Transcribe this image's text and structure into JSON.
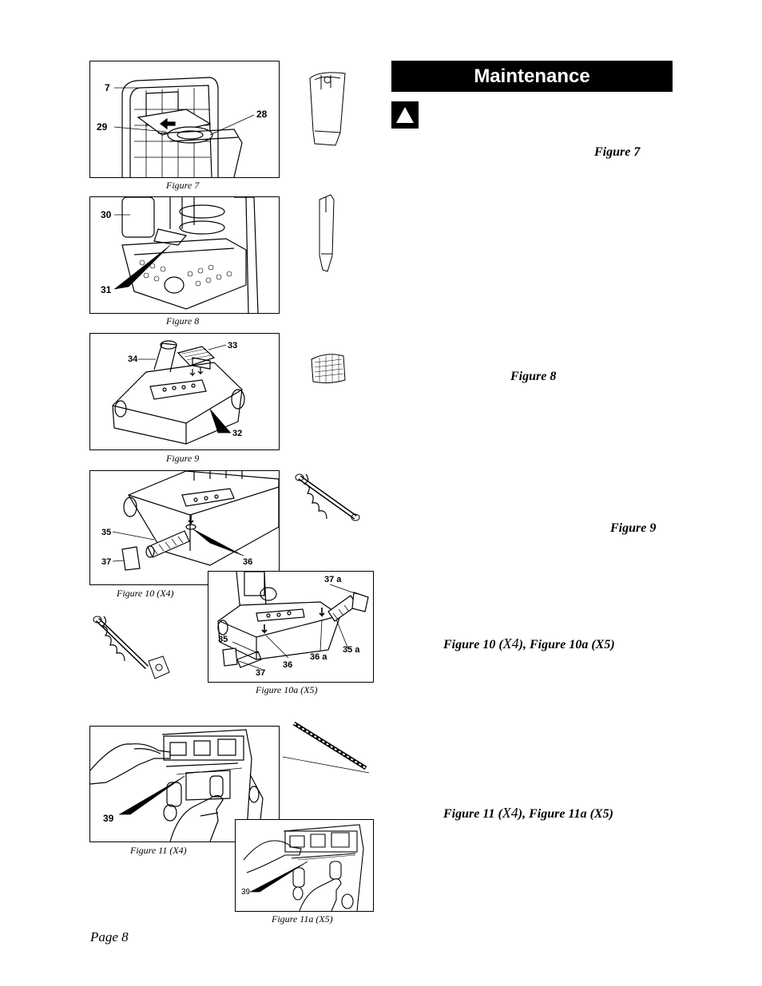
{
  "header": {
    "title": "Maintenance"
  },
  "icons": {
    "warning": "warning-triangle-icon"
  },
  "figures": {
    "fig7": {
      "caption": "Figure 7",
      "callouts": [
        "7",
        "28",
        "29"
      ]
    },
    "fig8": {
      "caption": "Figure 8",
      "callouts": [
        "30",
        "31"
      ]
    },
    "fig9": {
      "caption": "Figure 9",
      "callouts": [
        "33",
        "34",
        "32"
      ]
    },
    "fig10": {
      "caption": "Figure 10 (X4)",
      "callouts": [
        "35",
        "37",
        "36"
      ]
    },
    "fig10a": {
      "caption": "Figure 10a (X5)",
      "callouts": [
        "37 a",
        "35",
        "36 a",
        "35 a",
        "36",
        "37"
      ]
    },
    "fig11": {
      "caption": "Figure 11 (X4)",
      "callouts": [
        "39"
      ]
    },
    "fig11a": {
      "caption": "Figure 11a (X5)",
      "callouts": [
        "39"
      ]
    }
  },
  "references": {
    "r1": "Figure 7",
    "r2": "Figure 8",
    "r3": "Figure 9",
    "r4_a": "Figure 10 (",
    "r4_b": "X4",
    "r4_c": "), Figure 10a (X5)",
    "r5_a": "Figure 11 (",
    "r5_b": "X4",
    "r5_c": "), Figure 11a (X5)"
  },
  "footer": {
    "page": "Page 8"
  }
}
